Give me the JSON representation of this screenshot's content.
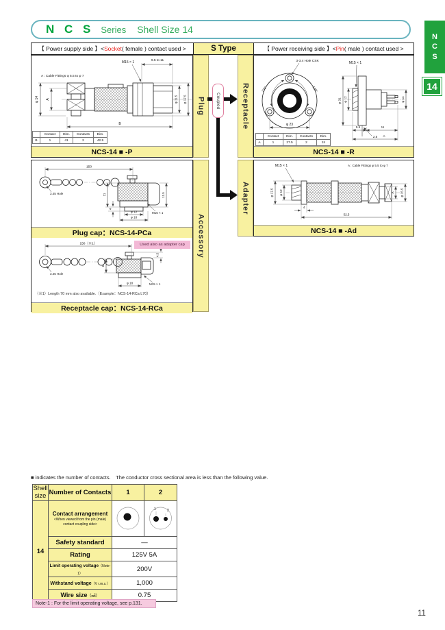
{
  "header": {
    "brand": "N C S",
    "series": "Series",
    "shell_size": "Shell Size 14"
  },
  "side_tab": {
    "letters": "N\nC\nS",
    "number": "14"
  },
  "type_header": {
    "left": {
      "prefix": "【 Power supply side 】< ",
      "highlight": "Socket",
      "suffix": " ( female ) contact used >"
    },
    "center": "S Type",
    "right": {
      "prefix": "【 Power receiving side 】< ",
      "highlight": "Pin",
      "suffix": " ( male ) contact used >"
    }
  },
  "sections": {
    "plug": "Plug",
    "receptacle": "Receptacle",
    "adapter": "Adapter",
    "accessory": "Accessory",
    "coupled": "Coupled"
  },
  "plug": {
    "caption": "NCS-14 ■ -P",
    "labels": {
      "cable": "A : Cable Fittings φ 5.5 to φ 7",
      "thread": "M15 × 1",
      "top_range": "9.5 to 11",
      "dia_body": "φ 14",
      "dim_a": "A",
      "dia_inner": "φ 11.5",
      "dia_outer": "φ 17.5",
      "dim_b": "B"
    },
    "table": {
      "headers": [
        "",
        "Contact",
        "Dim.",
        "Contacts",
        "Dim."
      ],
      "row": [
        "B",
        "1",
        "41",
        "2",
        "42.5"
      ]
    }
  },
  "receptacle": {
    "caption": "NCS-14 ■ -R",
    "labels": {
      "hole": "3-3.4 Hole CSK",
      "thread": "M15 × 1",
      "angle_left": "120°",
      "angle_right": "120°",
      "dia_bolt": "φ 23",
      "dia_flange": "φ 31",
      "dia_thread": "φ 12",
      "dia_body": "φ 14",
      "dim_55": "5.5",
      "dim_11": "11",
      "dim_25": "2.5",
      "dim_a": "A"
    },
    "table": {
      "headers": [
        "",
        "Contact",
        "Dim.",
        "Contacts",
        "Dim."
      ],
      "row": [
        "A",
        "1",
        "27.5",
        "2",
        "24"
      ]
    }
  },
  "adapter": {
    "caption": "NCS-14 ■ -Ad",
    "labels": {
      "thread": "M15 × 1",
      "cable": "A : Cable Fittings φ 5.5 to φ 7",
      "dia_flange": "φ 17.5",
      "dia_thread": "φ 12",
      "dim_a": "A",
      "dia_nut": "φ 15.5",
      "dim_4": "4",
      "dim_525": "52.5"
    }
  },
  "plug_cap": {
    "caption": "Plug cap：NCS-14-PCa",
    "labels": {
      "chain_len": "150",
      "hole": "3.45 Hole",
      "dim_11": "11",
      "dim_4": "4",
      "dia_12": "φ 12",
      "dia_18": "φ 18",
      "thread": "M15 × 1",
      "dim_115": "11.5"
    }
  },
  "receptacle_cap": {
    "caption": "Receptacle cap：NCS-14-RCa",
    "tag": "Used also as adapter cap",
    "labels": {
      "chain_len": "150（※1）",
      "hole": "3.45 Hole",
      "dim_6": "6",
      "dim_45": "4.5",
      "dia_18": "φ 18",
      "thread": "M15 × 1"
    },
    "note": "（※1）Length 70 mm also available.（Example：NCS-14-RCa L70）"
  },
  "spec": {
    "intro": "■ indicates the number of contacts.　The conductor cross sectional area is less than the following value.",
    "shell_header": "Shell\nsize",
    "shell_value": "14",
    "contacts_header": "Number of Contacts",
    "col1": "1",
    "col2": "2",
    "pin1": "1",
    "pin2": "2",
    "arrangement_label": "Contact arrangement",
    "arrangement_sub": "<When viewed from the pin (male)\ncontact coupling side>",
    "safety_label": "Safety standard",
    "safety_value": "—",
    "rating_label": "Rating",
    "rating_value": "125V 5A",
    "limit_label": "Limit operating voltage",
    "limit_note": "（Note-1）",
    "limit_value": "200V",
    "withstand_label": "Withstand voltage",
    "withstand_note": "（V r.m.s.）",
    "withstand_value": "1,000",
    "wire_label": "Wire size",
    "wire_note": "（㎟）",
    "wire_value": "0.75",
    "footnote": "Note-1 : For the limit operating voltage, see p.131."
  },
  "page": {
    "number": "11"
  }
}
